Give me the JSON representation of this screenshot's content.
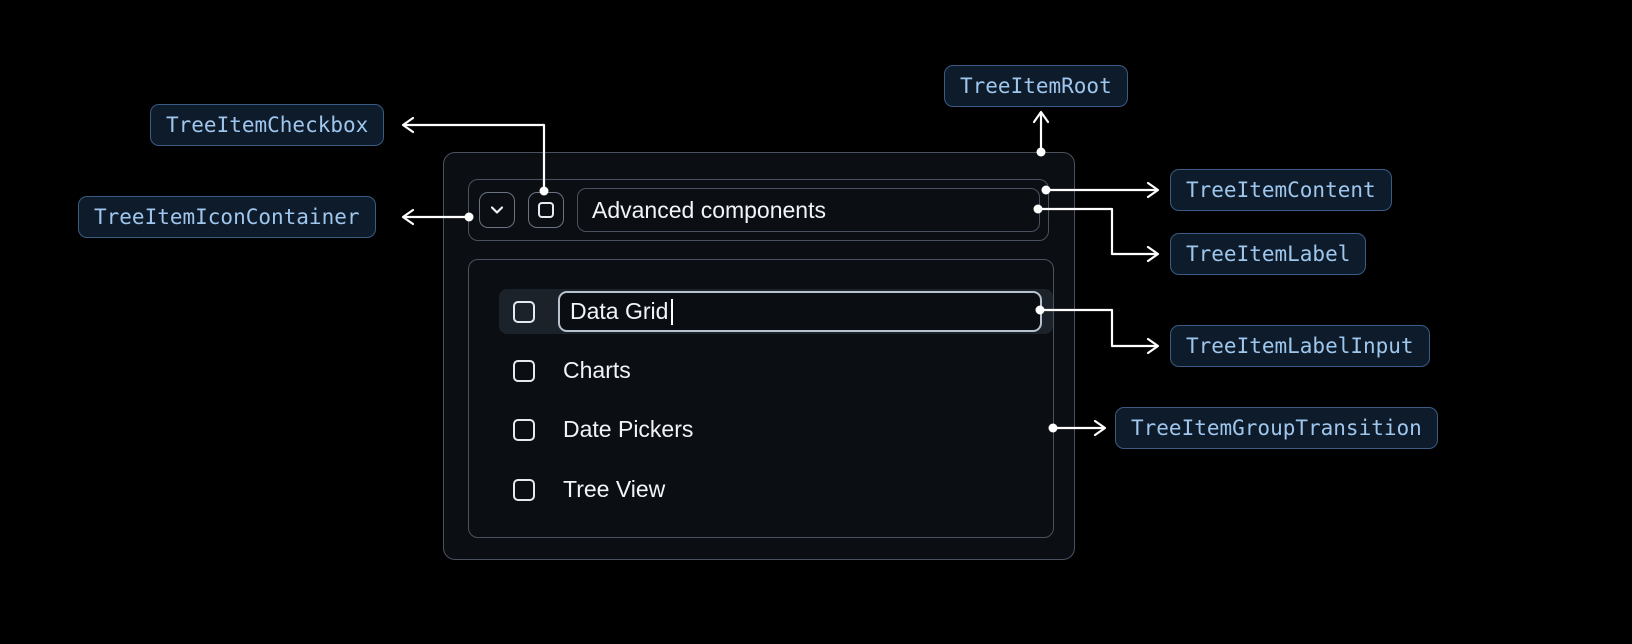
{
  "colors": {
    "page_bg": "#000000",
    "connector": "#FFFFFF",
    "badge_bg": "#0D1B2B",
    "badge_border": "#3A5B82",
    "badge_text": "#9FC6EC",
    "panel_bg": "#0B0E13",
    "panel_border": "#4A5260",
    "control_border": "#6A7382",
    "checkbox_border": "#E6EAF0",
    "row_highlight": "#1C222A",
    "input_border": "#B7C2D0",
    "input_bg": "#0A0D12",
    "text": "#F2F4F7"
  },
  "badges": {
    "checkbox": "TreeItemCheckbox",
    "icon_container": "TreeItemIconContainer",
    "root": "TreeItemRoot",
    "content": "TreeItemContent",
    "label": "TreeItemLabel",
    "label_input": "TreeItemLabelInput",
    "group_transition": "TreeItemGroupTransition"
  },
  "tree": {
    "parent": {
      "label": "Advanced components"
    },
    "editing_item": {
      "value": "Data Grid"
    },
    "items": [
      "Charts",
      "Date Pickers",
      "Tree View"
    ]
  },
  "icons": {
    "expand": "chevron-down-icon",
    "parent_checkbox": "checkbox-icon",
    "item_checkbox": "checkbox-icon"
  }
}
